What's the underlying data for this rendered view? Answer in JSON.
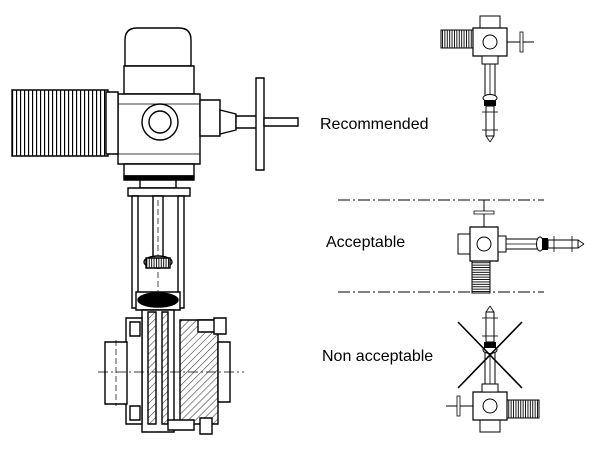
{
  "labels": {
    "recommended": "Recommended",
    "acceptable": "Acceptable",
    "non_acceptable": "Non acceptable"
  },
  "colors": {
    "line": "#000000",
    "background": "#ffffff",
    "hatch": "#444444"
  }
}
